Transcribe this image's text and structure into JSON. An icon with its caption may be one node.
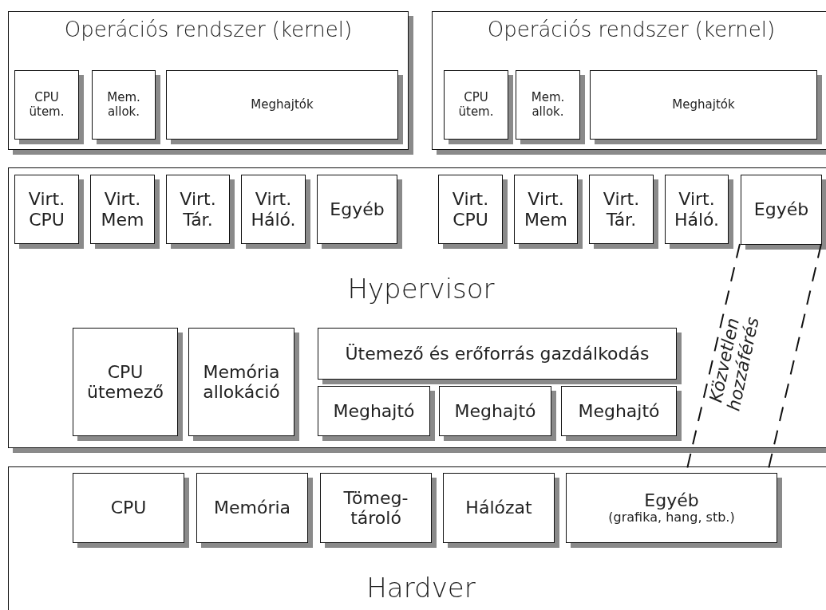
{
  "diagram": {
    "nodes": [
      {
        "text": [
          "Operációs rendszer (kernel)"
        ]
      },
      {
        "text": [
          "CPU ütem."
        ],
        "in": 0
      },
      {
        "text": [
          "Mem. allok."
        ],
        "in": 0
      },
      {
        "text": [
          "Meghajtók"
        ],
        "in": 0
      },
      {
        "text": [
          "Operációs rendszer (kernel)"
        ]
      },
      {
        "text": [
          "CPU ütem."
        ],
        "in": 4
      },
      {
        "text": [
          "Mem. allok."
        ],
        "in": 4
      },
      {
        "text": [
          "Meghajtók"
        ],
        "in": 4
      },
      {
        "text": [
          "Hypervisor"
        ]
      },
      {
        "text": [
          "Virt. CPU"
        ],
        "in": 8
      },
      {
        "text": [
          "Virt. Mem"
        ],
        "in": 8
      },
      {
        "text": [
          "Virt. Tár."
        ],
        "in": 8
      },
      {
        "text": [
          "Virt. Háló."
        ],
        "in": 8
      },
      {
        "text": [
          "Egyéb"
        ],
        "in": 8
      },
      {
        "text": [
          "Virt. CPU"
        ],
        "in": 8
      },
      {
        "text": [
          "Virt. Mem"
        ],
        "in": 8
      },
      {
        "text": [
          "Virt. Tár."
        ],
        "in": 8
      },
      {
        "text": [
          "Virt. Háló."
        ],
        "in": 8
      },
      {
        "text": [
          "Egyéb"
        ],
        "in": 8
      },
      {
        "text": [
          "CPU ütemező"
        ],
        "in": 8
      },
      {
        "text": [
          "Memória allokáció"
        ],
        "in": 8
      },
      {
        "text": [
          "Ütemező és erőforrás gazdálkodás"
        ],
        "in": 8
      },
      {
        "text": [
          "Meghajtó"
        ],
        "in": 8
      },
      {
        "text": [
          "Meghajtó"
        ],
        "in": 8
      },
      {
        "text": [
          "Meghajtó"
        ],
        "in": 8
      },
      {
        "text": [
          "Hardver"
        ]
      },
      {
        "text": [
          "CPU"
        ],
        "in": 25
      },
      {
        "text": [
          "Memória"
        ],
        "in": 25
      },
      {
        "text": [
          "Tömeg- tároló"
        ],
        "in": 25
      },
      {
        "text": [
          "Hálózat"
        ],
        "in": 25
      },
      {
        "text": [
          "Egyéb",
          "(grafika, hang, stb.)"
        ],
        "in": 25
      }
    ],
    "edges": [
      {
        "from": 18,
        "to": 30,
        "arrow": "none",
        "style": "dashed"
      },
      {
        "from": 18,
        "to": 30,
        "arrow": "none",
        "style": "dashed"
      }
    ],
    "labels": [
      "Közvetlen hozzáférés"
    ]
  }
}
